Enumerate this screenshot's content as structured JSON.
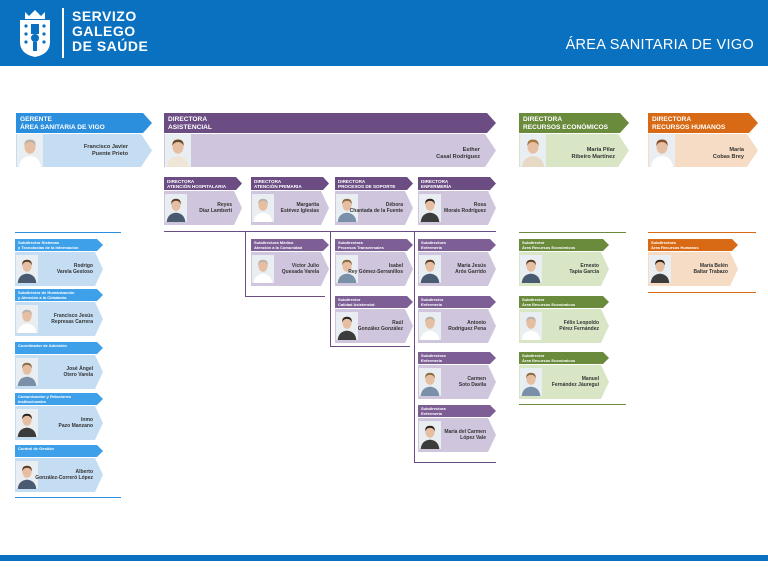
{
  "header": {
    "org_name": [
      "SERVIZO",
      "GALEGO",
      "DE SAÚDE"
    ],
    "area_title": "ÁREA SANITARIA DE VIGO",
    "crest_icon": "galicia-crest-icon"
  },
  "colors": {
    "brand_blue": "#0a70c0",
    "light_blue": "#c5ddf3",
    "blue_title": "#2b8fde",
    "unit_blue": "#3fa0ea",
    "purple": "#6b4c83",
    "light_purple": "#cfc5dc",
    "unit_purple": "#7d5f96",
    "green": "#6a8a3c",
    "light_green": "#d8e6c6",
    "orange": "#d86a16",
    "light_orange": "#f6dcc4"
  },
  "gerente": {
    "title": [
      "GERENTE",
      "ÁREA SANITARIA DE VIGO"
    ],
    "name": [
      "Francisco Javier",
      "Puente Prieto"
    ]
  },
  "asistencial": {
    "title": [
      "DIRECTORA",
      "ASISTENCIAL"
    ],
    "name": [
      "Esther",
      "Casal Rodríguez"
    ]
  },
  "economicos": {
    "title": [
      "DIRECTORA",
      "RECURSOS ECONÓMICOS"
    ],
    "name": [
      "María Pilar",
      "Ribeiro Martínez"
    ]
  },
  "humanos": {
    "title": [
      "DIRECTORA",
      "RECURSOS HUMANOS"
    ],
    "name": [
      "María",
      "Cobas Brey"
    ]
  },
  "direcciones": [
    {
      "title": [
        "DIRECTORA",
        "ATENCIÓN HOSPITALARIA"
      ],
      "name": [
        "Reyes",
        "Díaz Lamberti"
      ]
    },
    {
      "title": [
        "DIRECTORA",
        "ATENCIÓN PRIMARIA"
      ],
      "name": [
        "Margarita",
        "Estévez Iglesias"
      ]
    },
    {
      "title": [
        "DIRECTORA",
        "PROCESOS DE SOPORTE"
      ],
      "name": [
        "Débora",
        "Chantada de la Fuente"
      ]
    },
    {
      "title": [
        "DIRECTORA",
        "ENFERMERÍA"
      ],
      "name": [
        "Rosa",
        "Morais Rodríguez"
      ]
    }
  ],
  "gerente_units": [
    {
      "title": [
        "Subdirector Sistemas",
        "y Tecnoloxías de la Información"
      ],
      "name": [
        "Rodrigo",
        "Varela Gestoso"
      ]
    },
    {
      "title": [
        "Subdirector de Humanización",
        "y Atención a la Cidadanía"
      ],
      "name": [
        "Francisco Jesús",
        "Represas Carrera"
      ]
    },
    {
      "title": [
        "Coordinador de Admisión"
      ],
      "name": [
        "José Ángel",
        "Otero Varela"
      ]
    },
    {
      "title": [
        "Comunicación y Relaciones",
        "Institucionales"
      ],
      "name": [
        "Inmo",
        "Pazo Manzano"
      ]
    },
    {
      "title": [
        "Control de Gestión"
      ],
      "name": [
        "Alberto",
        "González-Correró López"
      ]
    }
  ],
  "primaria_units": [
    {
      "title": [
        "Subdirectora Médica",
        "Atención a la Comunidad"
      ],
      "name": [
        "Víctor Julio",
        "Quesada Varela"
      ]
    }
  ],
  "soporte_units": [
    {
      "title": [
        "Subdirectora",
        "Procesos Transversales"
      ],
      "name": [
        "Isabel",
        "Rey Gómez-Serranillos"
      ]
    },
    {
      "title": [
        "Subdirector",
        "Calidad Asistencial"
      ],
      "name": [
        "Raúl",
        "González González"
      ]
    }
  ],
  "enfermeria_units": [
    {
      "title": [
        "Subdirectora",
        "Enfermería"
      ],
      "name": [
        "María Jesús",
        "Arós Garrido"
      ]
    },
    {
      "title": [
        "Subdirector",
        "Enfermería"
      ],
      "name": [
        "Antonio",
        "Rodríguez Pena"
      ]
    },
    {
      "title": [
        "Subdirectora",
        "Enfermería"
      ],
      "name": [
        "Carmen",
        "Soto Davila"
      ]
    },
    {
      "title": [
        "Subdirectora",
        "Enfermería"
      ],
      "name": [
        "María del Carmen",
        "López Vale"
      ]
    }
  ],
  "economicos_units": [
    {
      "title": [
        "Subdirector",
        "Área Recursos Económicos"
      ],
      "name": [
        "Ernesto",
        "Tapia García"
      ]
    },
    {
      "title": [
        "Subdirector",
        "Área Recursos Económicos"
      ],
      "name": [
        "Félix Leopoldo",
        "Pérez Fernández"
      ]
    },
    {
      "title": [
        "Subdirector",
        "Área Recursos Económicos"
      ],
      "name": [
        "Manuel",
        "Fernández Jáuregui"
      ]
    }
  ],
  "humanos_units": [
    {
      "title": [
        "Subdirectora",
        "Área Recursos Humanos"
      ],
      "name": [
        "María Belén",
        "Baltar Trabazo"
      ]
    }
  ]
}
